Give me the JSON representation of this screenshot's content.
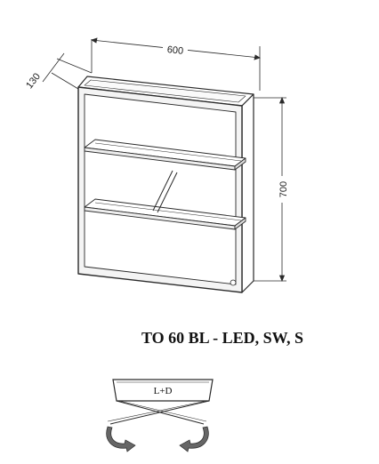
{
  "dimensions": {
    "width": "600",
    "depth": "130",
    "height": "700"
  },
  "title": "TO 60 BL - LED, SW, S",
  "hinge_label": "L+D",
  "colors": {
    "line": "#2a2a2a",
    "frame_fill": "#f4f4f4",
    "arrow_fill": "#666666"
  }
}
